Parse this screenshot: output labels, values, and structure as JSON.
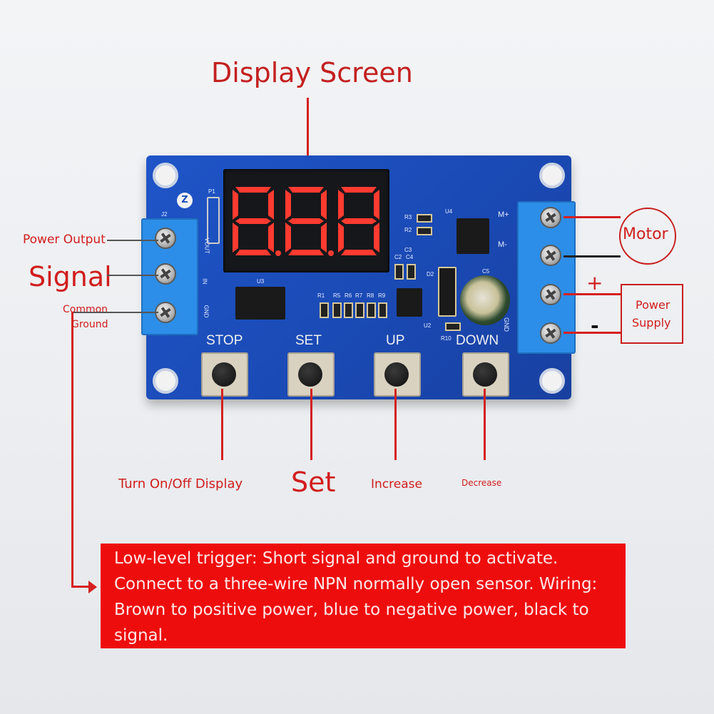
{
  "title": "Display Screen",
  "left_labels": {
    "power_output": "Power Output",
    "signal": "Signal",
    "common_ground_line1": "Common",
    "common_ground_line2": "Ground"
  },
  "right_labels": {
    "motor": "Motor",
    "plus": "+",
    "minus": "-",
    "power_supply_line1": "Power",
    "power_supply_line2": "Supply"
  },
  "board_buttons": [
    {
      "label": "STOP"
    },
    {
      "label": "SET"
    },
    {
      "label": "UP"
    },
    {
      "label": "DOWN"
    }
  ],
  "button_functions": {
    "stop": "Turn On/Off Display",
    "set": "Set",
    "up": "Increase",
    "down": "Decrease"
  },
  "display_digits": "888",
  "silkscreen": {
    "p1": "P1",
    "j2": "J2",
    "u3": "U3",
    "u4": "U4",
    "u2": "U2",
    "m_plus": "M+",
    "m_minus": "M-",
    "vout": "VOUT",
    "in": "IN",
    "gnd": "GND",
    "r1": "R1",
    "r5": "R5",
    "r6": "R6",
    "r7": "R7",
    "r8": "R8",
    "r9": "R9",
    "r2": "R2",
    "r3": "R3",
    "c2": "C2",
    "c4": "C4",
    "c3": "C3",
    "c5": "C5",
    "d2": "D2",
    "r10": "R10",
    "gnd_right": "GND"
  },
  "note": "Low-level trigger: Short signal and ground to activate. Connect to a three-wire NPN normally open sensor. Wiring: Brown to positive power, blue to negative power, black to signal.",
  "colors": {
    "accent_red": "#d11d1d",
    "note_bg": "#ee0d0d",
    "board_blue": "#1d4fbf",
    "terminal_blue": "#2c8ee8",
    "segment_red": "#ff3b30"
  }
}
